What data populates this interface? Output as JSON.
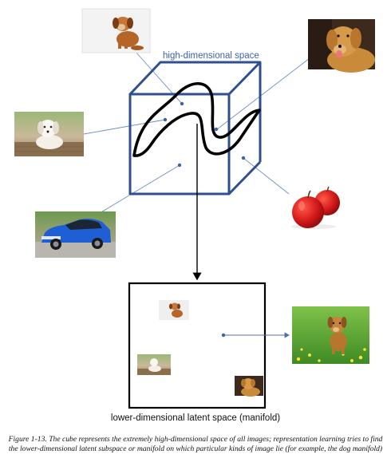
{
  "diagram": {
    "cube_label": "high-dimensional space",
    "latent_label": "lower-dimensional latent space (manifold)",
    "caption": "Figure 1-13. The cube represents the extremely high-dimensional space of all images; representation learning tries to find the lower-dimensional latent subspace or manifold on which particular kinds of image lie (for example, the dog manifold)",
    "images": [
      {
        "name": "puppy-sitting",
        "subject": "brown puppy sitting on white background"
      },
      {
        "name": "golden-retriever",
        "subject": "golden retriever with tongue out"
      },
      {
        "name": "white-puppy",
        "subject": "white puppy lying on wooden deck"
      },
      {
        "name": "apples",
        "subject": "two red apples"
      },
      {
        "name": "blue-car",
        "subject": "blue sports car"
      },
      {
        "name": "dog-in-grass",
        "subject": "puppy in grass with yellow flowers"
      }
    ],
    "colors": {
      "cube": "#2f4f8f",
      "connector": "#6f8fc0",
      "manifold": "#000000",
      "label": "#3b63a8"
    }
  }
}
